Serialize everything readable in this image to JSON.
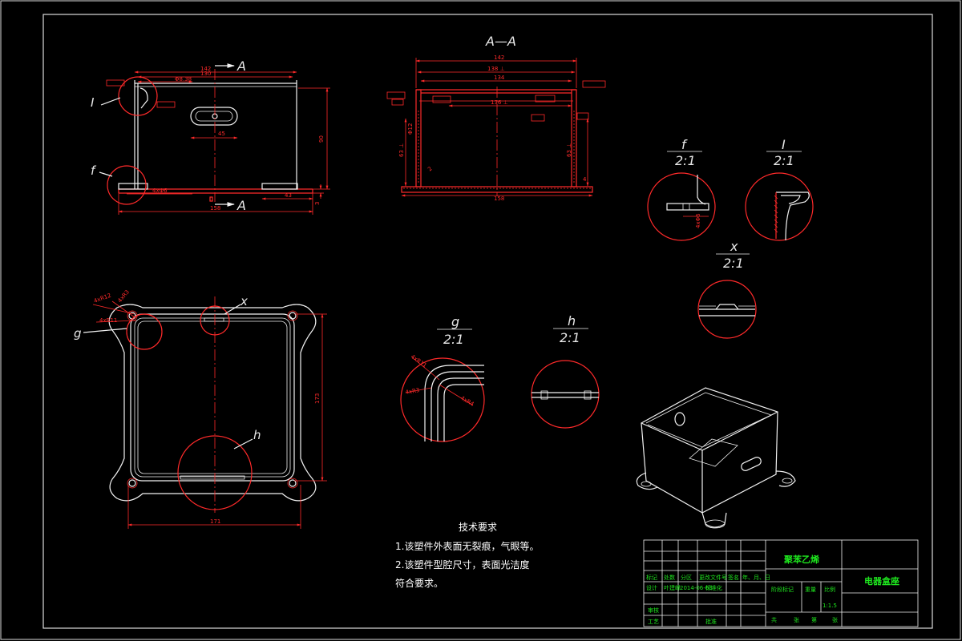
{
  "views": {
    "section_title": "A—A",
    "section_mark": "A",
    "detail_f": {
      "name": "f",
      "scale": "2:1"
    },
    "detail_I": {
      "name": "I",
      "scale": "2:1"
    },
    "detail_x": {
      "name": "x",
      "scale": "2:1"
    },
    "detail_g": {
      "name": "g",
      "scale": "2:1"
    },
    "detail_h": {
      "name": "h",
      "scale": "2:1"
    }
  },
  "callouts": {
    "I": "I",
    "f": "f",
    "g": "g",
    "x": "x",
    "h": "h"
  },
  "dimensions": {
    "front_142": "142",
    "front_130": "130",
    "front_inner": "Φ8.38",
    "front_45": "45",
    "front_90": "90",
    "front_43": "43",
    "front_158": "158",
    "front_3": "3",
    "front_holes": "4xΦ6",
    "sec_142": "142",
    "sec_138": "138 ⊥",
    "sec_134": "134",
    "sec_136": "136 ⊥",
    "sec_63a": "63 ⊥",
    "sec_63b": "63 ⊥",
    "sec_phi": "Φ12",
    "sec_r": "2",
    "sec_158": "158",
    "sec_4": "4",
    "top_r1": "4xR12",
    "top_r2": "4xR3",
    "top_r3": "4xR11",
    "top_173": "173",
    "top_171": "171",
    "g_r1": "4xR11",
    "g_r2": "4xR3",
    "g_r3": "4xR4"
  },
  "requirements": {
    "title": "技术要求",
    "line1": "1.该塑件外表面无裂痕，气眼等。",
    "line2": "2.该塑件型腔尺寸，表面光洁度",
    "line3": "符合要求。"
  },
  "title_block": {
    "material": "聚苯乙烯",
    "part_name": "电器盒座",
    "scale_label": "比例",
    "scale_value": "1:1.5",
    "stage_label": "阶段标记",
    "weight_label": "重量",
    "hdr_mark": "标记",
    "hdr_count": "处数",
    "hdr_zone": "分区",
    "hdr_doc": "更改文件号",
    "hdr_sign": "签名",
    "hdr_date": "年、月、日",
    "designer_label": "设计",
    "designer_name": "叶建峰",
    "std_label": "2014-06-03",
    "std_name": "标准化",
    "review_label": "审核",
    "process_label": "工艺",
    "approve_label": "批准",
    "sheet_total": "共",
    "sheet_zhang": "张",
    "sheet_di": "第",
    "sheet_zhang2": "张"
  }
}
